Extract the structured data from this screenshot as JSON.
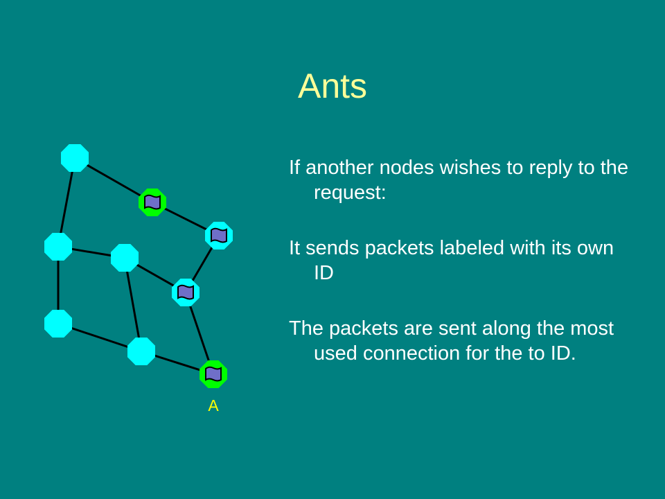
{
  "title": "Ants",
  "bullets": [
    "If another nodes wishes to reply to the request:",
    "It sends packets labeled with its own ID",
    "The packets are sent along the most used connection for the to ID."
  ],
  "diagram": {
    "node_label": "A",
    "colors": {
      "node": "#00ffff",
      "flagged_node": "#00ff00",
      "flag": "#6f6fc8",
      "edge": "#000000",
      "label": "#ffff00"
    }
  }
}
